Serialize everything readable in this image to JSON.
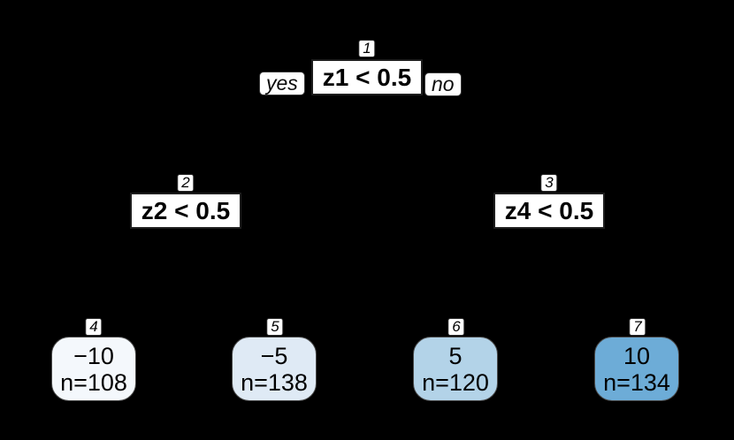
{
  "figure": {
    "type": "decision-tree-plot",
    "background": "#000000",
    "edge_color": "#000000",
    "split_box_fill": "#ffffff"
  },
  "tree": {
    "branch_labels": {
      "yes": "yes",
      "no": "no"
    },
    "splits": [
      {
        "number": "1",
        "condition": "z1 < 0.5"
      },
      {
        "number": "2",
        "condition": "z2 < 0.5"
      },
      {
        "number": "3",
        "condition": "z4 < 0.5"
      }
    ],
    "leaves": [
      {
        "number": "4",
        "value": "−10",
        "n": "n=108",
        "fill": "#f4f8fc"
      },
      {
        "number": "5",
        "value": "−5",
        "n": "n=138",
        "fill": "#dfeaf5"
      },
      {
        "number": "6",
        "value": "5",
        "n": "n=120",
        "fill": "#b3d3e8"
      },
      {
        "number": "7",
        "value": "10",
        "n": "n=134",
        "fill": "#6dacd7"
      }
    ]
  }
}
